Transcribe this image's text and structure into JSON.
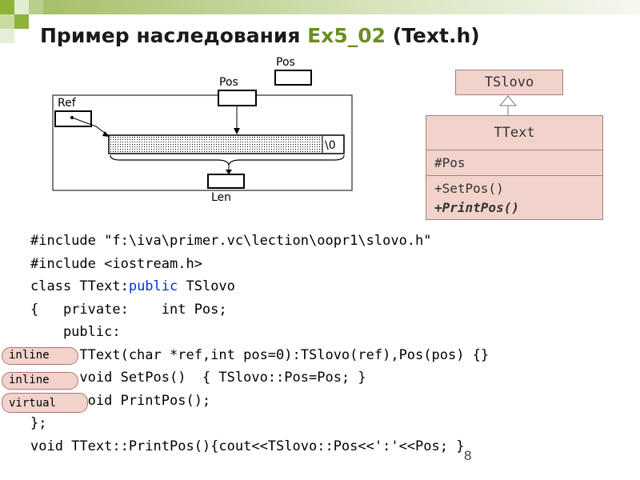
{
  "title": {
    "prefix": "Пример наследования ",
    "accent": "Ex5_02",
    "suffix": " (Text.h)"
  },
  "diagram": {
    "labels": {
      "pos_top": "Pos",
      "pos_mid": "Pos",
      "ref": "Ref",
      "terminator": "\\0",
      "len": "Len"
    }
  },
  "uml": {
    "base_class": "TSlovo",
    "derived_class": "TText",
    "attribute": "#Pos",
    "methods": [
      "+SetPos()",
      "+PrintPos()"
    ]
  },
  "code": {
    "line1": "#include \"f:\\iva\\primer.vc\\lection\\oopr1\\slovo.h\"",
    "line2": "#include <iostream.h>",
    "line3_a": "class TText:",
    "line3_kw": "public",
    "line3_b": " TSlovo",
    "line4": "{   private:    int Pos;",
    "line5": "    public:",
    "line6": "      TText(char *ref,int pos=0):TSlovo(ref),Pos(pos) {}",
    "line7": "      void SetPos()  { TSlovo::Pos=Pos; }",
    "line8": "      void PrintPos();",
    "line9": "};",
    "line10": "void TText::PrintPos(){cout<<TSlovo::Pos<<':'<<Pos; }"
  },
  "keyword_labels": [
    "inline",
    "inline",
    "virtual"
  ],
  "page_number": "8"
}
